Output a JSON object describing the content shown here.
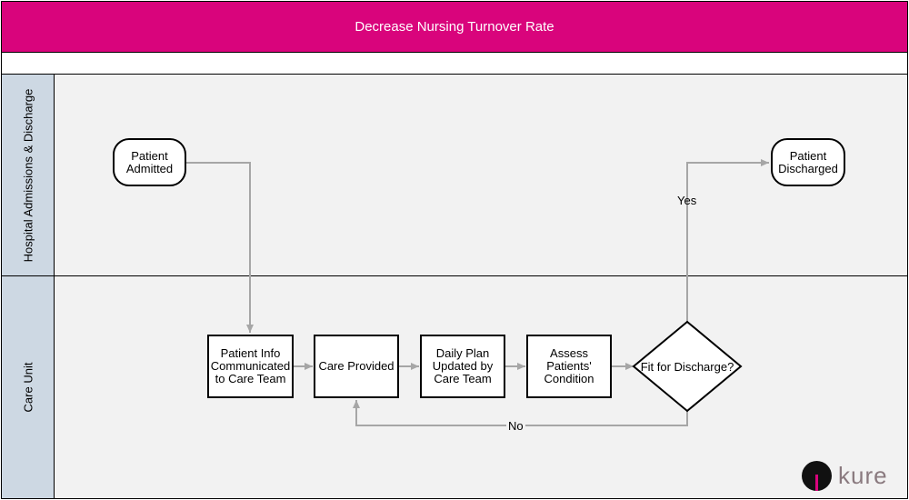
{
  "title": "Decrease Nursing Turnover Rate",
  "lanes": [
    {
      "label": "Hospital Admissions & Discharge"
    },
    {
      "label": "Care Unit"
    }
  ],
  "nodes": {
    "patient_admitted": "Patient Admitted",
    "patient_discharged": "Patient Discharged",
    "patient_info": "Patient Info Communicated to Care Team",
    "care_provided": "Care Provided",
    "daily_plan": "Daily Plan Updated by Care Team",
    "assess": "Assess Patients' Condition",
    "fit_for_discharge": "Fit for Discharge?"
  },
  "edge_labels": {
    "yes": "Yes",
    "no": "No"
  },
  "colors": {
    "title_bar": "#d9047c",
    "lane_label_bg": "#cdd8e3",
    "lane_bg": "#f2f2f2",
    "connector": "#a6a6a6"
  },
  "logo": {
    "text": "kure"
  }
}
